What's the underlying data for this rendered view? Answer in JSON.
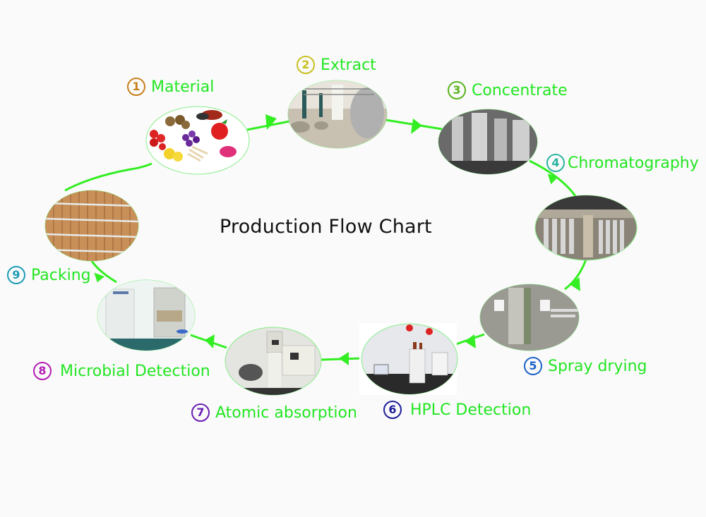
{
  "title": "Production Flow Chart",
  "colors": {
    "arrow": "#33ee22",
    "label_text": "#22e622",
    "title_text": "#111111"
  },
  "steps": [
    {
      "number": "1",
      "label": "Material",
      "number_color": "#c8801e",
      "photo": "fruits-and-herbs"
    },
    {
      "number": "2",
      "label": "Extract",
      "number_color": "#c8c01e",
      "photo": "extraction-workshop"
    },
    {
      "number": "3",
      "label": "Concentrate",
      "number_color": "#5ab41e",
      "photo": "concentration-tanks"
    },
    {
      "number": "4",
      "label": "Chromatography",
      "number_color": "#2ab4a0",
      "photo": "chromatography-columns"
    },
    {
      "number": "5",
      "label": "Spray drying",
      "number_color": "#1e64c8",
      "photo": "spray-dryer"
    },
    {
      "number": "6",
      "label": "HPLC Detection",
      "number_color": "#1e1e9c",
      "photo": "hplc-lab"
    },
    {
      "number": "7",
      "label": "Atomic absorption",
      "number_color": "#6a1eb4",
      "photo": "atomic-absorption-spectrometer"
    },
    {
      "number": "8",
      "label": "Microbial Detection",
      "number_color": "#b41eb4",
      "photo": "clean-bench-lab"
    },
    {
      "number": "9",
      "label": "Packing",
      "number_color": "#1e9cb4",
      "photo": "fiber-drums"
    }
  ]
}
